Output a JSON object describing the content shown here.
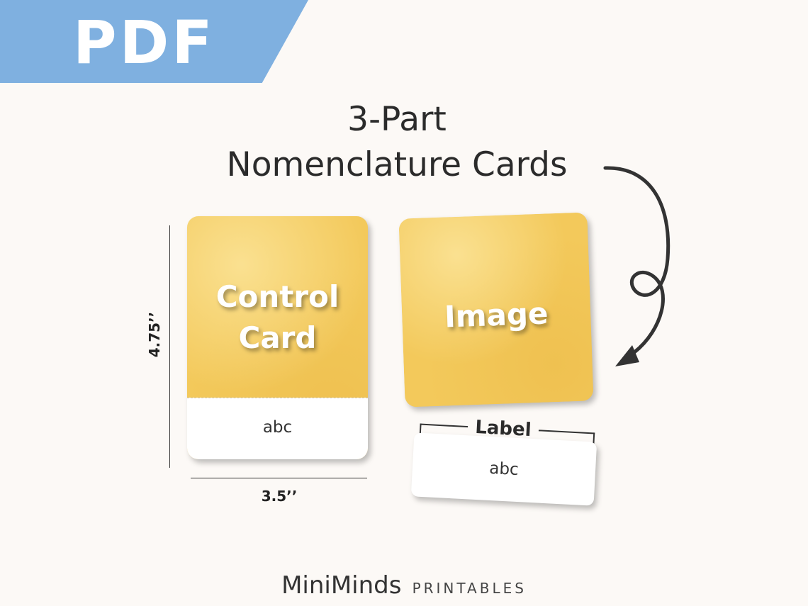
{
  "banner": {
    "text": "PDF"
  },
  "title": {
    "line1": "3-Part",
    "line2": "Nomenclature Cards"
  },
  "dimensions": {
    "height": "4.75’’",
    "width": "3.5’’"
  },
  "control_card": {
    "heading_line1": "Control",
    "heading_line2": "Card",
    "label": "abc"
  },
  "image_card": {
    "heading": "Image"
  },
  "label_card": {
    "tag": "Label",
    "text": "abc"
  },
  "footer": {
    "brand": "MiniMinds",
    "sub": "PRINTABLES"
  },
  "colors": {
    "banner": "#7fb0e0",
    "card": "#f3c95b",
    "background": "#fcf9f6"
  }
}
